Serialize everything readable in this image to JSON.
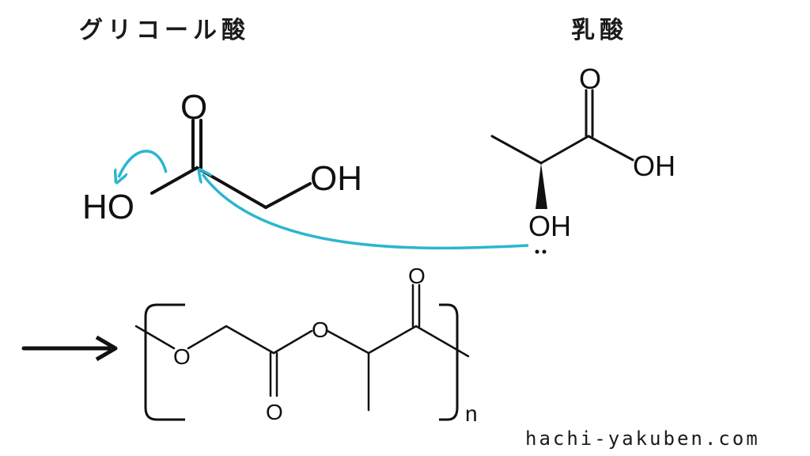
{
  "glycolic_acid": {
    "name": "グリコール酸",
    "carbonyl_o": "O",
    "hydroxyl_left": "HO",
    "hydroxyl_right": "OH"
  },
  "lactic_acid": {
    "name": "乳酸",
    "carbonyl_o": "O",
    "acid_oh": "OH",
    "alpha_oh": "OH"
  },
  "polymer": {
    "ester_o_left": "O",
    "carbonyl_o_bottom": "O",
    "ester_o_mid": "O",
    "carbonyl_o_top": "O",
    "repeat_subscript": "n"
  },
  "colors": {
    "arrow_cyan": "#2bb6d0",
    "ink": "#111111"
  },
  "footer": {
    "site": "hachi-yakuben.com"
  }
}
